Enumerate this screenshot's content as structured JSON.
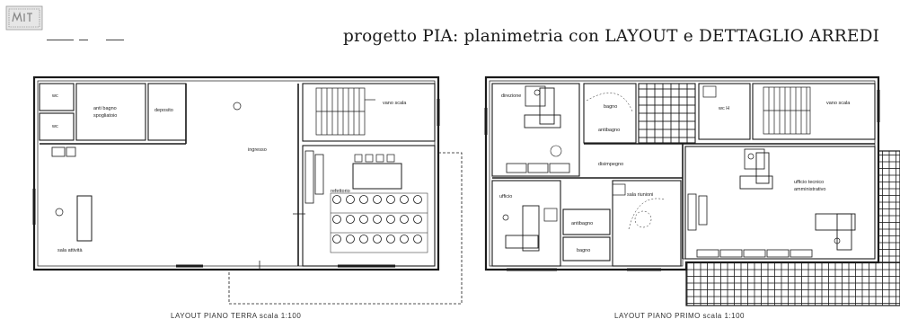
{
  "header": {
    "logo_icon": "stamp-logo-icon",
    "title": "progetto PIA: planimetria con LAYOUT e DETTAGLIO ARREDI"
  },
  "plan_ground": {
    "caption": "LAYOUT PIANO TERRA scala 1:100",
    "rooms": {
      "wc_top": "wc",
      "wc_bottom": "wc",
      "anti_bagno": "anti bagno",
      "spogliatoio": "spogliatoio",
      "deposito": "deposito",
      "vano_scala": "vano scala",
      "ingresso": "ingresso",
      "refettorio": "refettorio",
      "sala_principale": "sala attività"
    }
  },
  "plan_first": {
    "caption": "LAYOUT PIANO PRIMO scala 1:100",
    "rooms": {
      "direzione": "direzione",
      "bagno": "bagno",
      "antibagno": "antibagno",
      "wc": "wc H",
      "vano_scala": "vano scala",
      "disimpegno": "disimpegno",
      "sala_riunioni": "sala riunioni",
      "ufficio_sx": "ufficio",
      "ufficio_dx": "ufficio tecnico",
      "ufficio_dx_sub": "amministrativo",
      "antibagno_2": "antibagno",
      "bagno_2": "bagno"
    }
  },
  "colors": {
    "line": "#1a1a1a",
    "background": "#ffffff"
  }
}
